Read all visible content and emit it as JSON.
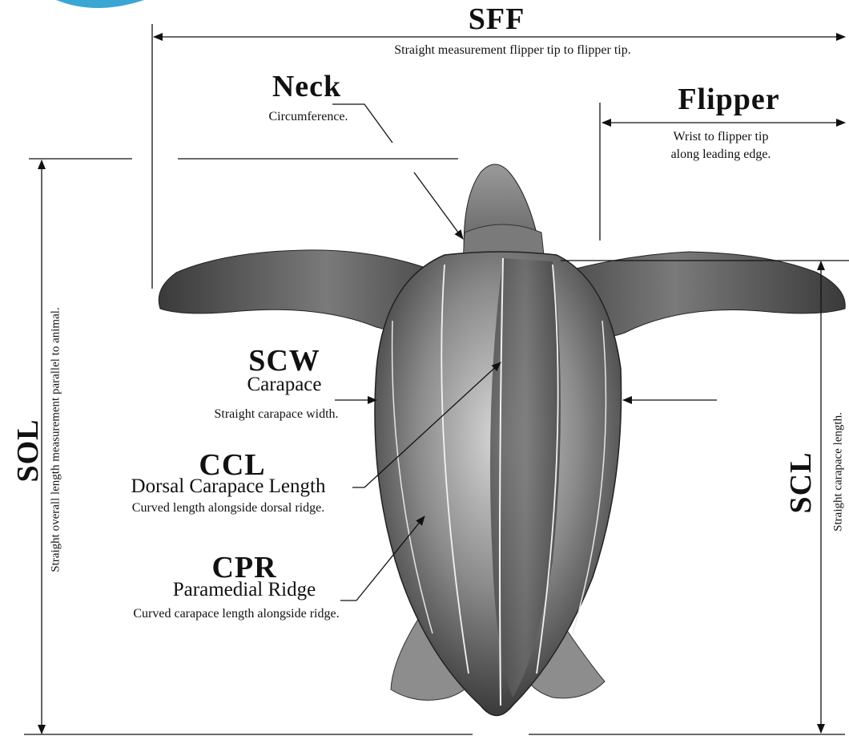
{
  "logo_color": "#3ba6d4",
  "ink_color": "#111111",
  "sff": {
    "code": "SFF",
    "desc": "Straight measurement flipper tip to flipper tip."
  },
  "neck": {
    "code": "Neck",
    "desc": "Circumference."
  },
  "flipper": {
    "code": "Flipper",
    "desc_line1": "Wrist to flipper tip",
    "desc_line2": "along leading edge."
  },
  "scw": {
    "code": "SCW",
    "name": "Carapace",
    "desc": "Straight carapace width."
  },
  "ccl": {
    "code": "CCL",
    "name": "Dorsal Carapace Length",
    "desc": "Curved length alongside dorsal ridge."
  },
  "cpr": {
    "code": "CPR",
    "name": "Paramedial Ridge",
    "desc": "Curved carapace length alongside ridge."
  },
  "sol": {
    "code": "SOL",
    "desc": "Straight overall length measurement parallel to animal."
  },
  "scl": {
    "code": "SCL",
    "desc": "Straight carapace length."
  }
}
